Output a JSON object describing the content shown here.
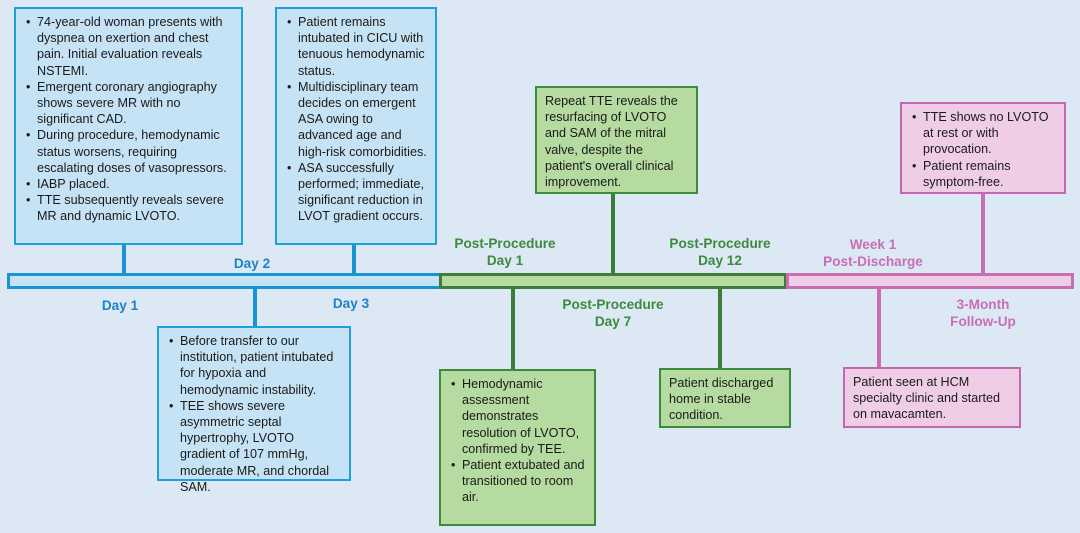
{
  "colors": {
    "background": "#dce8f4",
    "phase1": "#1a93d2",
    "phase2": "#3c7d3c",
    "phase3": "#c86eb4"
  },
  "timeline": {
    "labels": {
      "day1": [
        "Day 1"
      ],
      "day2": [
        "Day 2"
      ],
      "day3": [
        "Day 3"
      ],
      "pp_day1": [
        "Post-Procedure",
        "Day 1"
      ],
      "pp_day7": [
        "Post-Procedure",
        "Day 7"
      ],
      "pp_day12": [
        "Post-Procedure",
        "Day 12"
      ],
      "week1": [
        "Week 1",
        "Post-Discharge"
      ],
      "month3": [
        "3-Month",
        "Follow-Up"
      ]
    },
    "events": {
      "day1": [
        "74-year-old woman presents with dyspnea on exertion and chest pain. Initial evaluation reveals NSTEMI.",
        "Emergent coronary angiography shows severe MR with no significant CAD.",
        "During procedure, hemodynamic status worsens, requiring escalating doses of vasopressors.",
        "IABP placed.",
        "TTE subsequently reveals severe MR and dynamic LVOTO."
      ],
      "day2": [
        "Before transfer to our institution, patient intubated for hypoxia and hemodynamic instability.",
        "TEE shows severe asymmetric septal hypertrophy, LVOTO gradient of 107 mmHg, moderate MR, and chordal SAM."
      ],
      "day3": [
        "Patient remains intubated in CICU with tenuous hemodynamic status.",
        "Multidisciplinary team decides on emergent ASA owing to advanced age and high-risk comorbidities.",
        "ASA successfully performed; immediate, significant reduction in LVOT gradient occurs."
      ],
      "pp_day1": [
        "Hemodynamic assessment demonstrates resolution of LVOTO, confirmed by TEE.",
        "Patient extubated and transitioned to room air."
      ],
      "pp_day7": "Repeat TTE reveals the resurfacing of LVOTO and SAM of the mitral valve, despite the patient's overall clinical improvement.",
      "pp_day12": "Patient discharged home in stable condition.",
      "week1": "Patient seen at HCM specialty clinic and started on mavacamten.",
      "month3": [
        "TTE shows no LVOTO at rest or with provocation.",
        "Patient remains symptom-free."
      ]
    }
  }
}
